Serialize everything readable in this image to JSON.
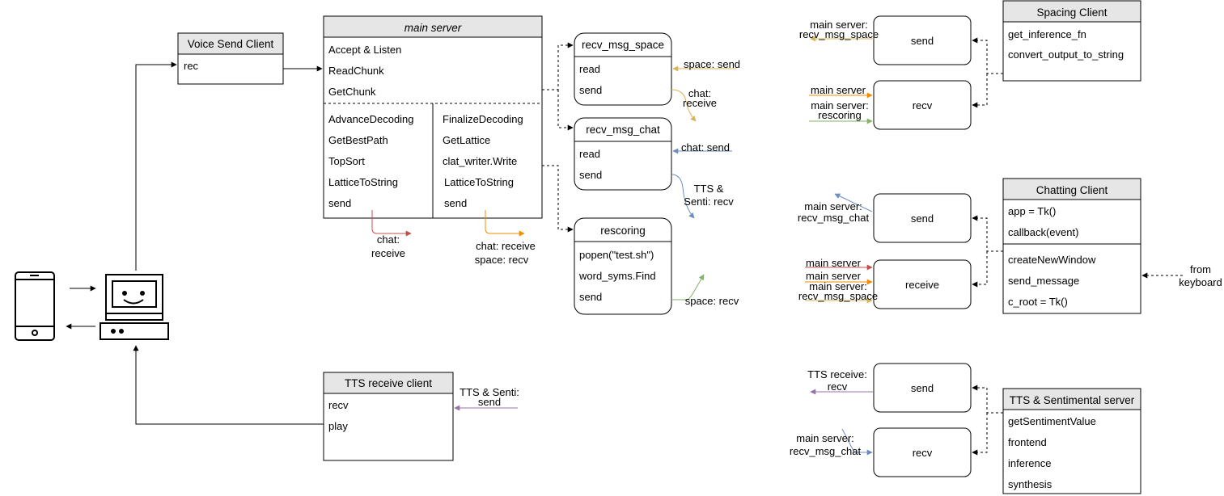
{
  "colors": {
    "red": "#c0504d",
    "orange": "#f08c00",
    "yellow": "#d6b656",
    "blue": "#6c8ebf",
    "green": "#82b366",
    "purple": "#9673a6",
    "header_fill": "#e6e6e6",
    "stroke": "#000000"
  },
  "icons": {
    "phone": "smartphone-icon",
    "computer": "computer-icon"
  },
  "voice_send_client": {
    "title": "Voice Send Client",
    "rows": [
      "rec"
    ]
  },
  "main_server": {
    "title": "main server",
    "top_rows": [
      "Accept & Listen",
      "ReadChunk",
      "GetChunk"
    ],
    "left_rows": [
      "AdvanceDecoding",
      "GetBestPath",
      "TopSort",
      "LatticeToString",
      "send"
    ],
    "right_rows": [
      "FinalizeDecoding",
      "GetLattice",
      "clat_writer.Write",
      "LatticeToString",
      "send"
    ]
  },
  "recv_msg_space": {
    "title": "recv_msg_space",
    "rows": [
      "read",
      "send"
    ]
  },
  "recv_msg_chat": {
    "title": "recv_msg_chat",
    "rows": [
      "read",
      "send"
    ]
  },
  "rescoring": {
    "title": "rescoring",
    "rows": [
      "popen(\"test.sh\")",
      "word_syms.Find",
      "send"
    ]
  },
  "tts_receive_client": {
    "title": "TTS receive client",
    "rows": [
      "recv",
      "play"
    ]
  },
  "spacing_client": {
    "title": "Spacing Client",
    "rows": [
      "get_inference_fn",
      "convert_output_to_string"
    ]
  },
  "chatting_client": {
    "title": "Chatting Client",
    "top_rows": [
      "app = Tk()",
      "callback(event)"
    ],
    "bottom_rows": [
      "createNewWindow",
      "send_message",
      "c_root = Tk()"
    ]
  },
  "tts_sentimental_server": {
    "title": "TTS & Sentimental server",
    "rows": [
      "getSentimentValue",
      "frontend",
      "inference",
      "synthesis"
    ]
  },
  "spacing_boxes": {
    "send": "send",
    "recv": "recv"
  },
  "chatting_boxes": {
    "send": "send",
    "receive": "receive"
  },
  "tts_boxes": {
    "send": "send",
    "recv": "recv"
  },
  "labels": {
    "ms_chat_receive_1": "chat:",
    "ms_chat_receive_2": "receive",
    "ms_chat_receive2_1": "chat: receive",
    "ms_space_recv": "space: recv",
    "space_send": "space: send",
    "rms_chat_receive_1": "chat:",
    "rms_chat_receive_2": "receive",
    "chat_send": "chat: send",
    "tts_senti_recv_1": "TTS &",
    "tts_senti_recv_2": "Senti: recv",
    "resc_space_recv": "space: recv",
    "ttsrc_1": "TTS & Senti:",
    "ttsrc_2": "send",
    "sc_send_1": "main server:",
    "sc_send_2": "recv_msg_space",
    "sc_recv_1": "main server",
    "sc_recv_2": "main server:",
    "sc_recv_3": "rescoring",
    "cc_send_1": "main server:",
    "cc_send_2": "recv_msg_chat",
    "cc_recv_1": "main server",
    "cc_recv_2": "main server",
    "cc_recv_3": "main server:",
    "cc_recv_4": "recv_msg_space",
    "from_1": "from",
    "from_2": "keyboard",
    "tt_send_1": "TTS receive:",
    "tt_send_2": "recv",
    "tt_recv_1": "main server:",
    "tt_recv_2": "recv_msg_chat"
  }
}
